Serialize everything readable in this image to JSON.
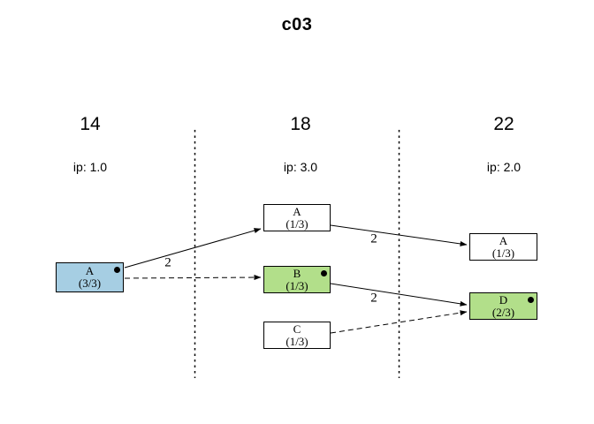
{
  "title": "c03",
  "columns": [
    {
      "time": "14",
      "ip": "ip: 1.0"
    },
    {
      "time": "18",
      "ip": "ip: 3.0"
    },
    {
      "time": "22",
      "ip": "ip: 2.0"
    }
  ],
  "nodes": {
    "t14_A": {
      "label": "A",
      "sub": "(3/3)",
      "fill": "#a6cee3",
      "dot": true
    },
    "t18_A": {
      "label": "A",
      "sub": "(1/3)",
      "fill": "#ffffff",
      "dot": false
    },
    "t18_B": {
      "label": "B",
      "sub": "(1/3)",
      "fill": "#b2df8a",
      "dot": true
    },
    "t18_C": {
      "label": "C",
      "sub": "(1/3)",
      "fill": "#ffffff",
      "dot": false
    },
    "t22_A": {
      "label": "A",
      "sub": "(1/3)",
      "fill": "#ffffff",
      "dot": false
    },
    "t22_D": {
      "label": "D",
      "sub": "(2/3)",
      "fill": "#b2df8a",
      "dot": true
    }
  },
  "edges": {
    "t14A_to_t18A": {
      "label": "2",
      "style": "solid"
    },
    "t14A_to_t18B": {
      "label": "",
      "style": "dashed"
    },
    "t18A_to_t22A": {
      "label": "2",
      "style": "solid"
    },
    "t18B_to_t22D": {
      "label": "2",
      "style": "solid"
    },
    "t18C_to_t22D": {
      "label": "",
      "style": "dashed"
    }
  },
  "colors": {
    "node_blue": "#a6cee3",
    "node_green": "#b2df8a",
    "node_white": "#ffffff",
    "line": "#000000",
    "background": "#ffffff"
  }
}
